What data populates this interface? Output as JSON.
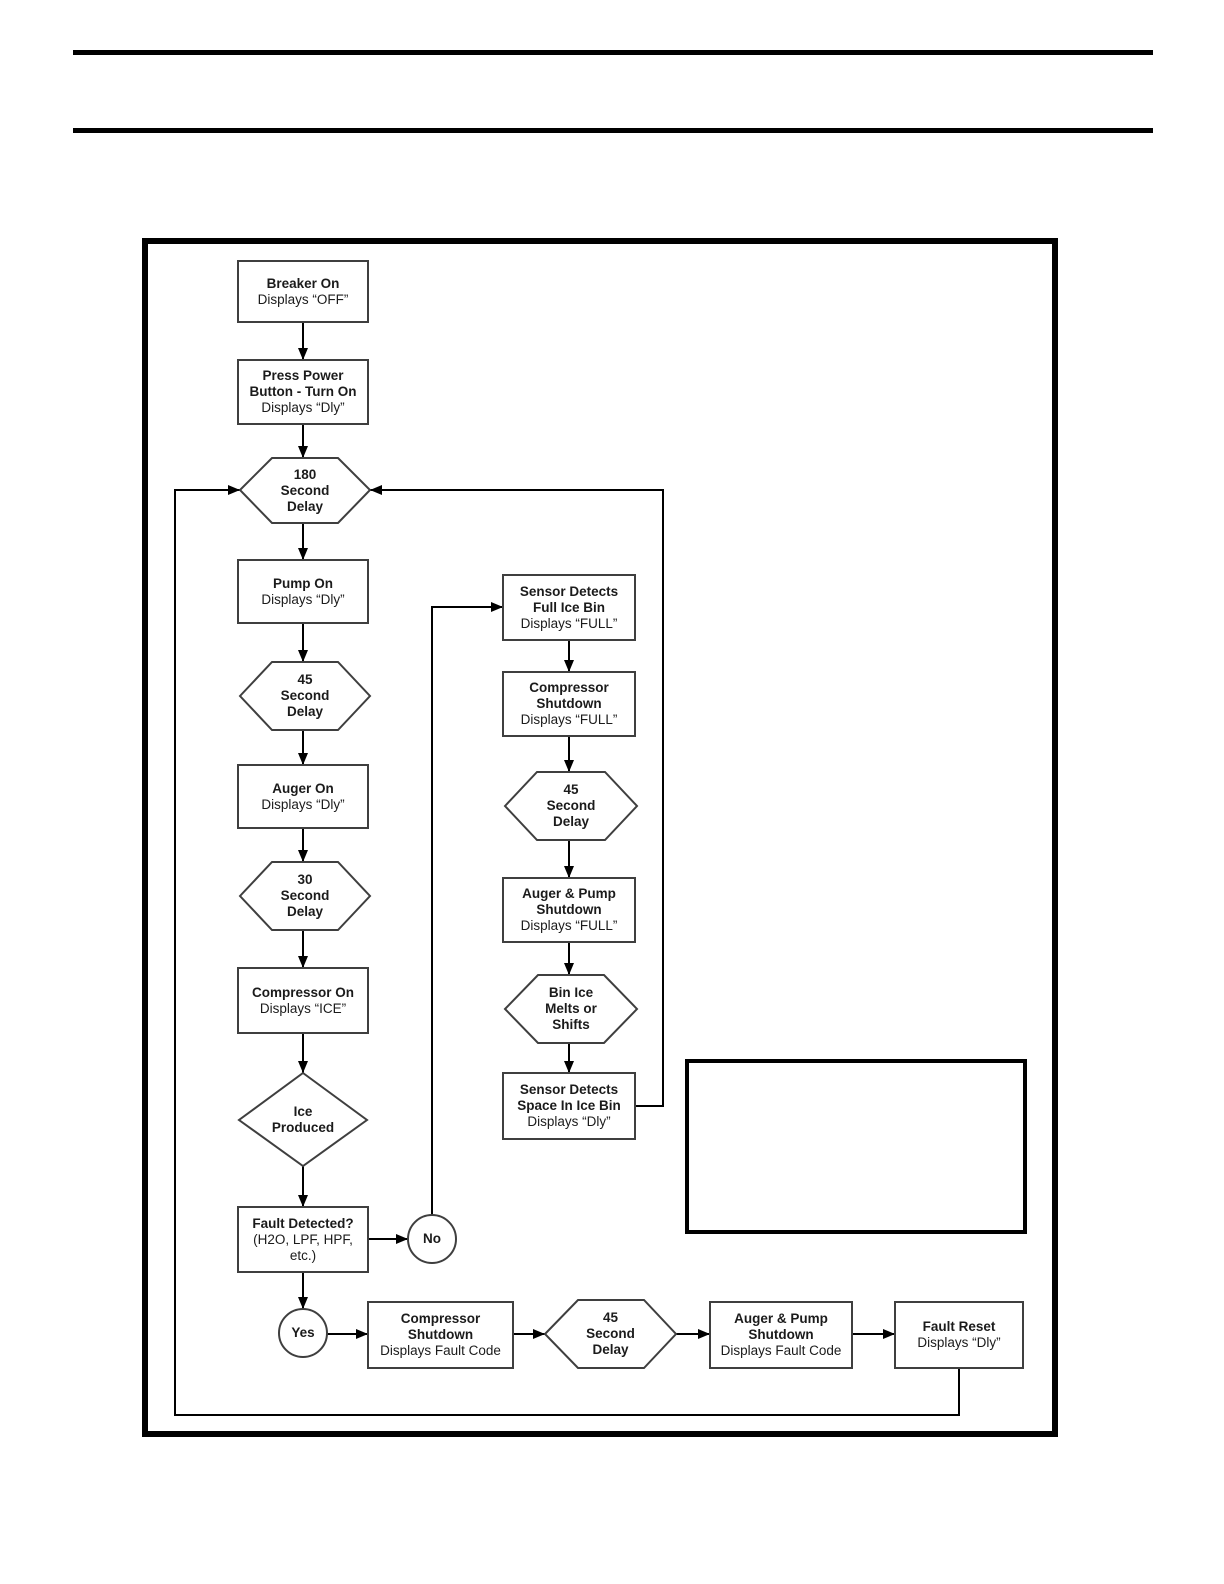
{
  "document": {
    "kind": "flowchart-page",
    "colors": {
      "background": "#ffffff",
      "connector_line": "#000000",
      "node_border": "#3f3f3f",
      "frame_border": "#000000",
      "text": "#1b1b1b"
    }
  },
  "nodes": {
    "breaker_on": {
      "title": "Breaker On",
      "subtitle": "Displays “OFF”"
    },
    "press_power": {
      "title": "Press Power\nButton - Turn On",
      "subtitle": "Displays “Dly”"
    },
    "delay_180": {
      "title": "180\nSecond\nDelay"
    },
    "pump_on": {
      "title": "Pump On",
      "subtitle": "Displays “Dly”"
    },
    "delay_45_left": {
      "title": "45\nSecond\nDelay"
    },
    "auger_on": {
      "title": "Auger On",
      "subtitle": "Displays “Dly”"
    },
    "delay_30": {
      "title": "30\nSecond\nDelay"
    },
    "compressor_on": {
      "title": "Compressor On",
      "subtitle": "Displays “ICE”"
    },
    "ice_produced": {
      "title": "Ice\nProduced"
    },
    "fault_detected": {
      "title": "Fault Detected?",
      "subtitle": "(H2O, LPF, HPF,\netc.)"
    },
    "no_connector": {
      "title": "No"
    },
    "yes_connector": {
      "title": "Yes"
    },
    "comp_shutdown_fault": {
      "title": "Compressor\nShutdown",
      "subtitle": "Displays Fault Code"
    },
    "delay_45_bottom": {
      "title": "45\nSecond\nDelay"
    },
    "auger_pump_fault": {
      "title": "Auger & Pump\nShutdown",
      "subtitle": "Displays Fault Code"
    },
    "fault_reset": {
      "title": "Fault Reset",
      "subtitle": "Displays “Dly”"
    },
    "sensor_full": {
      "title": "Sensor Detects\nFull Ice Bin",
      "subtitle": "Displays “FULL”"
    },
    "comp_shutdown_full": {
      "title": "Compressor\nShutdown",
      "subtitle": "Displays “FULL”"
    },
    "delay_45_mid": {
      "title": "45\nSecond\nDelay"
    },
    "auger_pump_full": {
      "title": "Auger & Pump\nShutdown",
      "subtitle": "Displays “FULL”"
    },
    "bin_ice_melts": {
      "title": "Bin Ice\nMelts or\nShifts"
    },
    "sensor_space": {
      "title": "Sensor Detects\nSpace In Ice Bin",
      "subtitle": "Displays “Dly”"
    },
    "note_box": {
      "title": ""
    }
  }
}
